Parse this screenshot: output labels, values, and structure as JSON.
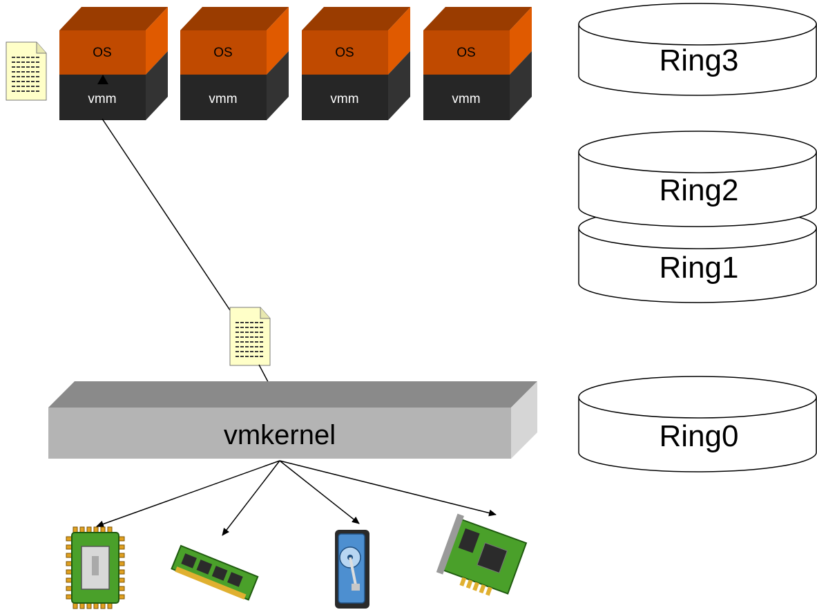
{
  "diagram": {
    "vms": [
      {
        "top_label": "OS",
        "bottom_label": "vmm"
      },
      {
        "top_label": "OS",
        "bottom_label": "vmm"
      },
      {
        "top_label": "OS",
        "bottom_label": "vmm"
      },
      {
        "top_label": "OS",
        "bottom_label": "vmm"
      }
    ],
    "kernel_label": "vmkernel",
    "rings": {
      "ring3": "Ring3",
      "ring2": "Ring2",
      "ring1": "Ring1",
      "ring0": "Ring0"
    },
    "hardware": [
      {
        "icon": "cpu-chip-icon"
      },
      {
        "icon": "memory-module-icon"
      },
      {
        "icon": "hard-disk-icon"
      },
      {
        "icon": "network-card-icon"
      }
    ],
    "colors": {
      "os_front": "#c04a00",
      "os_top": "#9a3c00",
      "os_side": "#e05a00",
      "vmm_front": "#262626",
      "vmm_side": "#333333",
      "kernel_front": "#b4b4b4",
      "kernel_top": "#8a8a8a",
      "kernel_side": "#d6d6d6",
      "document": "#ffffc8"
    }
  }
}
